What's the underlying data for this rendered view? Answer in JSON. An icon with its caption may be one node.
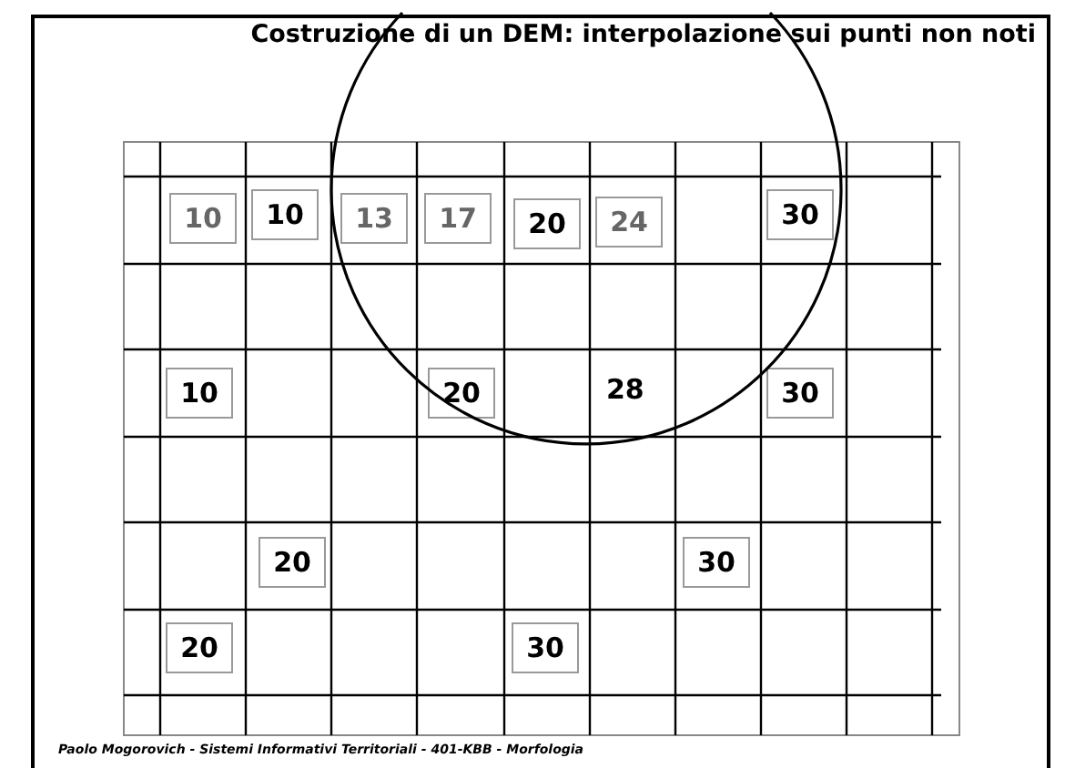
{
  "diagram": {
    "title": "Costruzione di un DEM: interpolazione sui punti non noti",
    "nodes": [
      {
        "text": [
          "10"
        ]
      },
      {
        "text": [
          "10"
        ]
      },
      {
        "text": [
          "13"
        ]
      },
      {
        "text": [
          "17"
        ]
      },
      {
        "text": [
          "20"
        ]
      },
      {
        "text": [
          "24"
        ]
      },
      {
        "text": [
          "30"
        ]
      },
      {
        "text": [
          "10"
        ]
      },
      {
        "text": [
          "20"
        ]
      },
      {
        "text": [
          "30"
        ]
      },
      {
        "text": [
          "20"
        ]
      },
      {
        "text": [
          "30"
        ]
      },
      {
        "text": [
          "20"
        ]
      },
      {
        "text": [
          "30"
        ]
      }
    ],
    "labels": [
      "28"
    ],
    "caption": "Paolo Mogorovich - Sistemi Informativi Territoriali - 401-KBB - Morfologia"
  }
}
